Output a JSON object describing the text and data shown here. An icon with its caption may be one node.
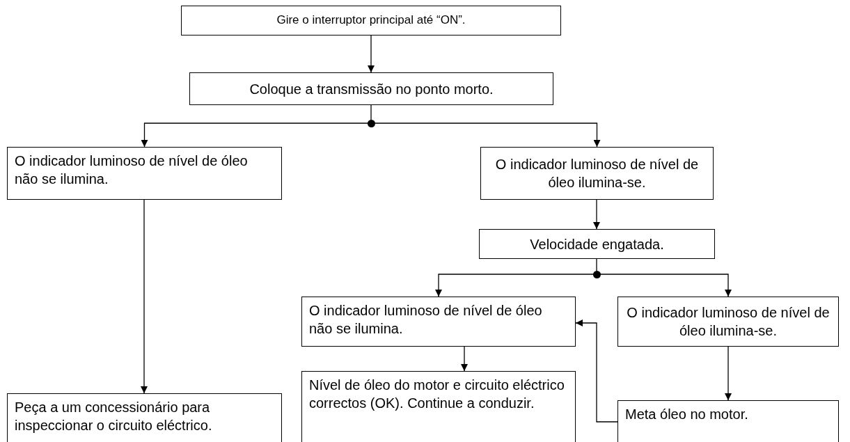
{
  "diagram": {
    "nodes": [
      {
        "text": [
          "Gire o interruptor principal até “ON”."
        ]
      },
      {
        "text": [
          "Coloque a transmissão no ponto morto."
        ]
      },
      {
        "text": [],
        "shape": "circle"
      },
      {
        "text": [
          "O indicador luminoso de nível de óleo não se ilumina."
        ]
      },
      {
        "text": [
          "O indicador luminoso de nível de óleo ilumina-se."
        ]
      },
      {
        "text": [
          "Velocidade engatada."
        ]
      },
      {
        "text": [],
        "shape": "circle"
      },
      {
        "text": [
          "O indicador luminoso de nível de óleo não se ilumina."
        ]
      },
      {
        "text": [
          "O indicador luminoso de nível de óleo ilumina-se."
        ]
      },
      {
        "text": [
          "Peça a um concessionário para inspeccionar o circuito eléctrico."
        ]
      },
      {
        "text": [
          "Nível de óleo do motor e circuito eléctrico correctos (OK). Continue a conduzir."
        ]
      },
      {
        "text": [
          "Meta óleo no motor."
        ]
      }
    ],
    "edges": [
      {
        "from": 0,
        "to": 1,
        "arrow": "to"
      },
      {
        "from": 1,
        "to": 2,
        "arrow": "none"
      },
      {
        "from": 2,
        "to": 3,
        "arrow": "to"
      },
      {
        "from": 2,
        "to": 4,
        "arrow": "to"
      },
      {
        "from": 4,
        "to": 5,
        "arrow": "to"
      },
      {
        "from": 5,
        "to": 6,
        "arrow": "none"
      },
      {
        "from": 6,
        "to": 7,
        "arrow": "to"
      },
      {
        "from": 6,
        "to": 8,
        "arrow": "to"
      },
      {
        "from": 3,
        "to": 9,
        "arrow": "to"
      },
      {
        "from": 7,
        "to": 10,
        "arrow": "to"
      },
      {
        "from": 8,
        "to": 11,
        "arrow": "to"
      },
      {
        "from": 11,
        "to": 7,
        "arrow": "to"
      }
    ]
  }
}
